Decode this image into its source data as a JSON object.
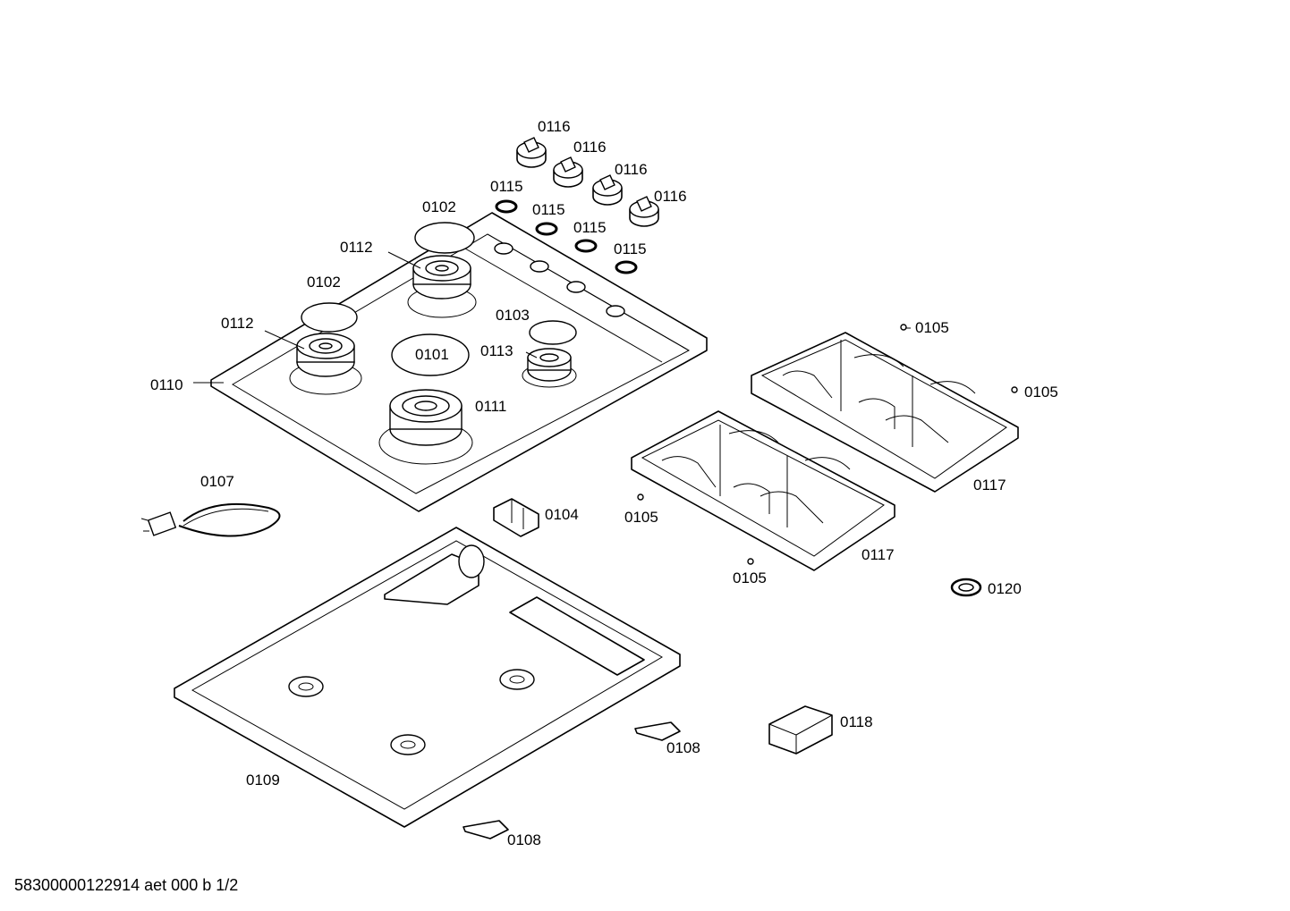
{
  "labels": {
    "knob_1": "0116",
    "knob_2": "0116",
    "knob_3": "0116",
    "knob_4": "0116",
    "ring_1": "0115",
    "ring_2": "0115",
    "ring_3": "0115",
    "ring_4": "0115",
    "cap_large_1": "0102",
    "cap_large_2": "0102",
    "burner_1": "0112",
    "burner_2": "0112",
    "cap_small": "0103",
    "burner_small": "0113",
    "cap_center": "0101",
    "burner_wok": "0111",
    "hob_top": "0110",
    "screw_1": "0105",
    "screw_2": "0105",
    "screw_3": "0105",
    "screw_4": "0105",
    "grate_1": "0117",
    "grate_2": "0117",
    "cable": "0107",
    "bracket": "0104",
    "nozzle_ring": "0120",
    "bottom_tray": "0109",
    "clip_1": "0108",
    "clip_2": "0108",
    "box": "0118"
  },
  "footer": "58300000122914 aet 000 b 1/2"
}
